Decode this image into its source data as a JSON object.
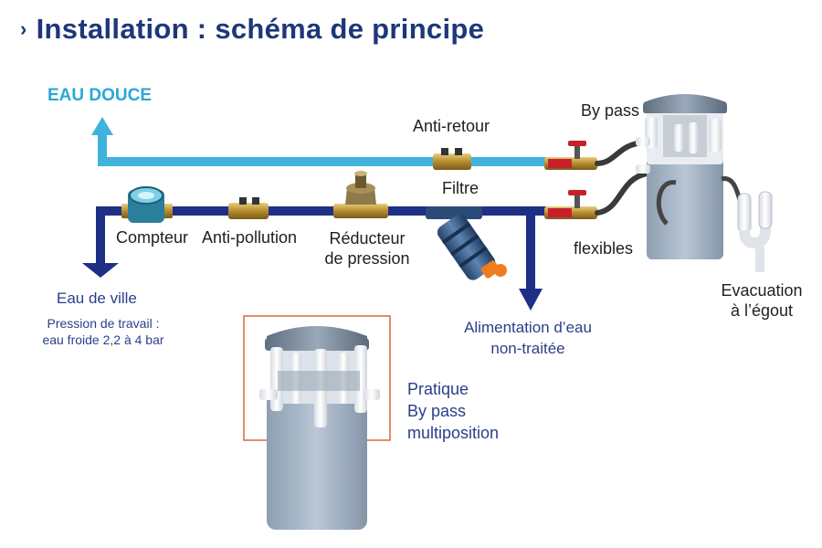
{
  "title": "Installation : schéma de principe",
  "labels": {
    "eau_douce": "EAU DOUCE",
    "anti_retour": "Anti-retour",
    "by_pass": "By pass",
    "filtre": "Filtre",
    "compteur": "Compteur",
    "anti_pollution": "Anti-pollution",
    "reducteur_line1": "Réducteur",
    "reducteur_line2": "de pression",
    "flexibles": "flexibles",
    "eau_de_ville": "Eau de ville",
    "pression_line1": "Pression de travail :",
    "pression_line2": "eau froide 2,2 à 4 bar",
    "alimentation_line1": "Alimentation d’eau",
    "alimentation_line2": "non-traitée",
    "evacuation_line1": "Evacuation",
    "evacuation_line2": "à l’égout",
    "pratique_line1": "Pratique",
    "pratique_line2": "By pass",
    "pratique_line3": "multiposition"
  },
  "colors": {
    "title": "#1d3779",
    "soft_water_pipe": "#3fb3dc",
    "city_water_pipe": "#1e2f86",
    "inset_frame": "#d9683a",
    "unit_body": "#a9b8c8"
  }
}
